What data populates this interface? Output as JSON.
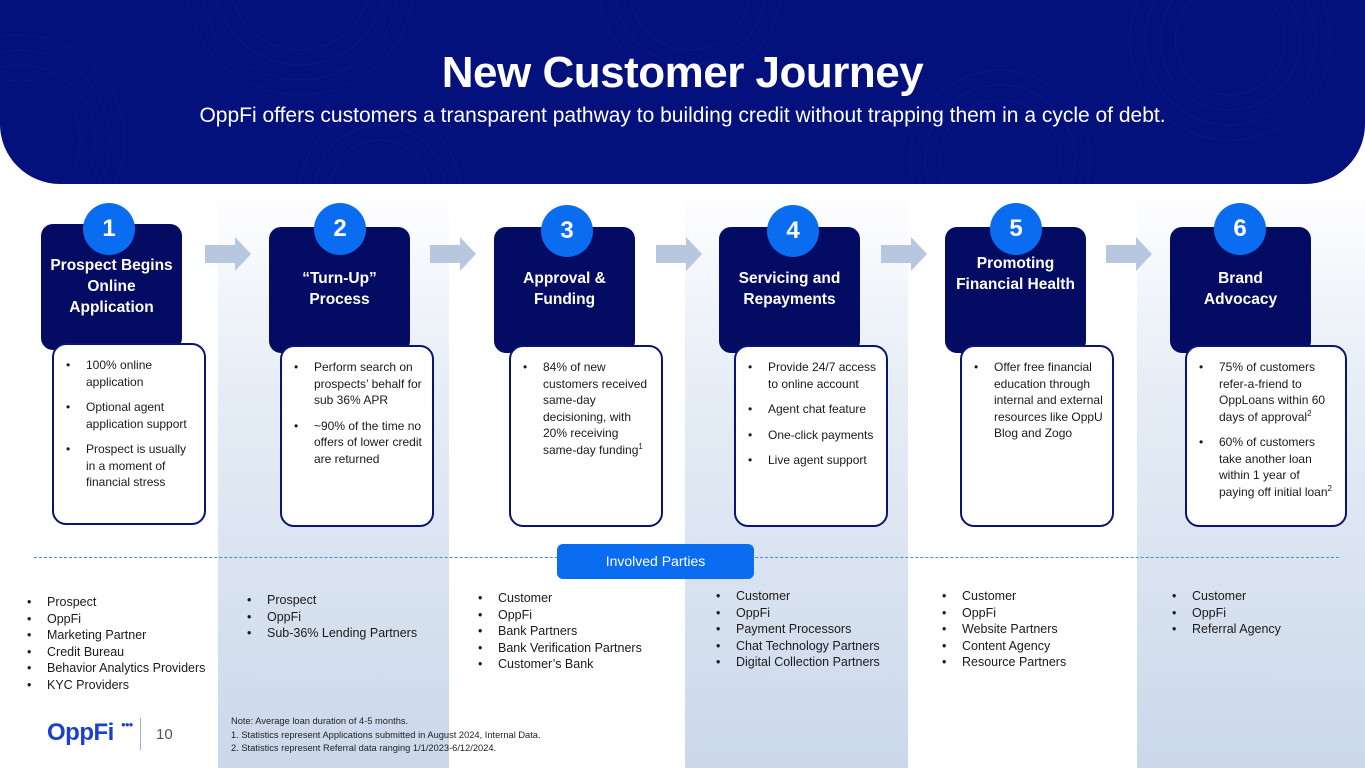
{
  "header": {
    "title": "New Customer Journey",
    "subtitle": "OppFi offers customers a transparent pathway to building credit without trapping them in a cycle of debt."
  },
  "colors": {
    "header_bg": "#04107c",
    "step_card_bg": "#030b63",
    "accent_blue": "#0a6cf0",
    "band_bottom": "#cbd8ea",
    "arrow": "#b6c7df"
  },
  "steps": [
    {
      "number": "1",
      "title_lines": [
        "Prospect Begins",
        "Online",
        "Application"
      ],
      "bullets": [
        "100% online application",
        "Optional agent application support",
        "Prospect is usually in a moment of financial stress"
      ],
      "footnote_marks": [
        "",
        "",
        ""
      ],
      "parties": [
        "Prospect",
        "OppFi",
        "Marketing Partner",
        "Credit Bureau",
        "Behavior Analytics Providers",
        "KYC Providers"
      ]
    },
    {
      "number": "2",
      "title_lines": [
        "“Turn-Up”",
        "Process"
      ],
      "bullets": [
        "Perform search on prospects’ behalf for sub 36% APR",
        "~90% of the time no offers of lower credit are returned"
      ],
      "footnote_marks": [
        "",
        ""
      ],
      "parties": [
        "Prospect",
        "OppFi",
        "Sub-36% Lending Partners"
      ]
    },
    {
      "number": "3",
      "title_lines": [
        "Approval &",
        "Funding"
      ],
      "bullets": [
        "84% of new customers received same-day decisioning, with 20% receiving same-day funding"
      ],
      "footnote_marks": [
        "1"
      ],
      "parties": [
        "Customer",
        "OppFi",
        "Bank Partners",
        "Bank Verification Partners",
        "Customer’s Bank"
      ]
    },
    {
      "number": "4",
      "title_lines": [
        "Servicing and",
        "Repayments"
      ],
      "bullets": [
        "Provide 24/7 access to online account",
        "Agent chat feature",
        "One-click payments",
        "Live agent support"
      ],
      "footnote_marks": [
        "",
        "",
        "",
        ""
      ],
      "parties": [
        "Customer",
        "OppFi",
        "Payment Processors",
        "Chat Technology Partners",
        "Digital Collection Partners"
      ]
    },
    {
      "number": "5",
      "title_lines": [
        "Promoting",
        "Financial Health"
      ],
      "bullets": [
        "Offer free financial education through internal and external resources like OppU Blog and Zogo"
      ],
      "footnote_marks": [
        ""
      ],
      "parties": [
        "Customer",
        "OppFi",
        "Website Partners",
        "Content Agency",
        "Resource Partners"
      ]
    },
    {
      "number": "6",
      "title_lines": [
        "Brand",
        "Advocacy"
      ],
      "bullets": [
        "75% of customers refer-a-friend to OppLoans within 60 days of approval",
        "60% of customers take another loan within 1 year of paying off initial loan"
      ],
      "footnote_marks": [
        "2",
        "2"
      ],
      "parties": [
        "Customer",
        "OppFi",
        "Referral Agency"
      ]
    }
  ],
  "involved_parties_label": "Involved Parties",
  "footer": {
    "logo_text": "OppFi",
    "page_number": "10",
    "notes": [
      "Note: Average loan duration of 4-5 months.",
      "1. Statistics represent Applications submitted in August 2024, Internal Data.",
      "2. Statistics represent Referral data ranging 1/1/2023-6/12/2024."
    ]
  }
}
